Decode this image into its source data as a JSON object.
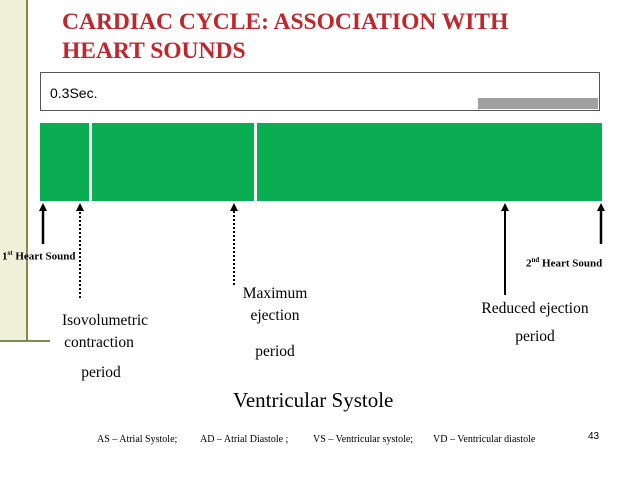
{
  "title": "CARDIAC CYCLE: ASSOCIATION WITH\nHEART SOUNDS",
  "time_label": "0.3Sec.",
  "heart_sounds": {
    "first": {
      "num": "1",
      "sup": "st",
      "text": "Heart Sound"
    },
    "second": {
      "num": "2",
      "sup": "nd",
      "text": "Heart Sound"
    }
  },
  "phases": {
    "isovolumetric": {
      "line1": "Isovolumetric",
      "line2": "contraction",
      "line3": "period"
    },
    "maximum": {
      "line1": "Maximum",
      "line2": "ejection",
      "line3": "period"
    },
    "reduced": {
      "line1": "Reduced ejection",
      "line2": "period"
    }
  },
  "ventricular_systole": "Ventricular Systole",
  "footnotes": [
    "AS – Atrial Systole;",
    "AD – Atrial Diastole ;",
    "VS – Ventricular systole;",
    "VD – Ventricular diastole"
  ],
  "page_number": "43",
  "colors": {
    "title": "#c0262b",
    "bar": "#0aad52",
    "accent_bar": "#a0a0a0"
  }
}
